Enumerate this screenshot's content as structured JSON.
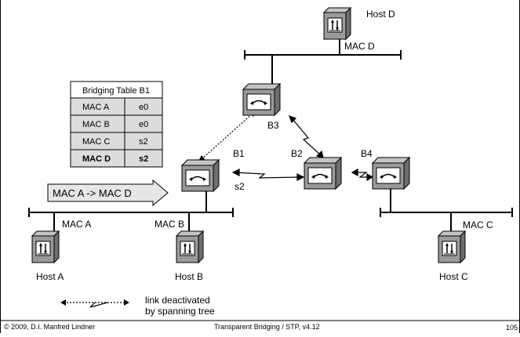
{
  "hosts": {
    "a": {
      "name": "Host A",
      "mac": "MAC A"
    },
    "b": {
      "name": "Host B",
      "mac": "MAC B"
    },
    "c": {
      "name": "Host C",
      "mac": "MAC C"
    },
    "d": {
      "name": "Host D",
      "mac": "MAC D"
    }
  },
  "bridges": {
    "b1": "B1",
    "b2": "B2",
    "b3": "B3",
    "b4": "B4"
  },
  "port_label": "s2",
  "bridging_table": {
    "title": "Bridging Table B1",
    "rows": [
      {
        "mac": "MAC A",
        "port": "e0",
        "bold": false
      },
      {
        "mac": "MAC B",
        "port": "e0",
        "bold": false
      },
      {
        "mac": "MAC C",
        "port": "s2",
        "bold": false
      },
      {
        "mac": "MAC D",
        "port": "s2",
        "bold": true
      }
    ]
  },
  "frame_arrow": "MAC A -> MAC D",
  "legend": {
    "line1": "link deactivated",
    "line2": "by spanning tree"
  },
  "footer": {
    "left": "© 2009, D.I. Manfred Lindner",
    "center": "Transparent Bridging / STP, v4.12",
    "page": "105"
  },
  "colors": {
    "device_face": "#9a9a9a",
    "device_side": "#6e6e6e",
    "device_top": "#c4c4c4",
    "table_fill": "#dcdcdc",
    "arrow_fill": "#e6e6e6"
  }
}
